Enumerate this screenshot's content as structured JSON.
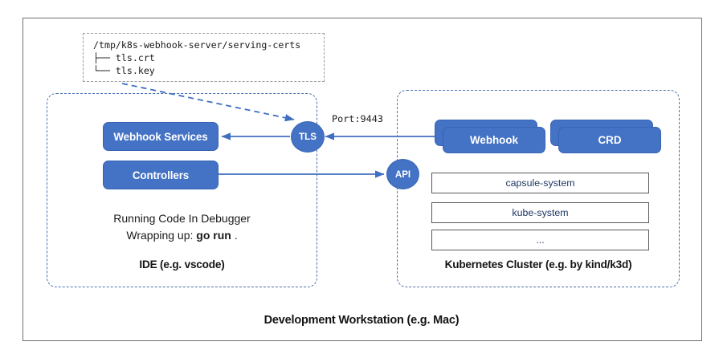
{
  "diagram": {
    "workstation": {
      "label": "Development Workstation (e.g. Mac)"
    },
    "cert_box": {
      "path": "/tmp/k8s-webhook-server/serving-certs",
      "entries": [
        "├── tls.crt",
        "└── tls.key"
      ]
    },
    "ide_zone": {
      "label": "IDE (e.g. vscode)",
      "boxes": [
        {
          "label": "Webhook Services"
        },
        {
          "label": "Controllers"
        }
      ],
      "note_line1": "Running Code In Debugger",
      "note_line2_prefix": "Wrapping up: ",
      "note_line2_bold": "go run",
      "note_line2_suffix": " ."
    },
    "cluster_zone": {
      "label": "Kubernetes Cluster (e.g. by kind/k3d)",
      "stacks": [
        {
          "label": "Webhook"
        },
        {
          "label": "CRD"
        }
      ],
      "namespaces": [
        "capsule-system",
        "kube-system",
        "..."
      ]
    },
    "nodes": {
      "tls": "TLS",
      "api": "API"
    },
    "connections": {
      "port_label": "Port:9443"
    },
    "colors": {
      "accent_blue": "#4472c4",
      "dashed_zone_border": "#4a6fb0",
      "frame_gray": "#6f6f6f",
      "namespace_text": "#1f3864",
      "cert_border": "#9a9a9a"
    }
  }
}
